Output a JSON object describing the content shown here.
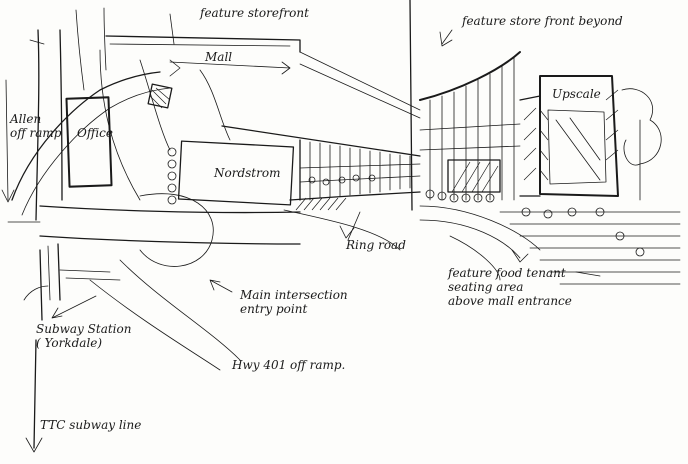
{
  "labels": {
    "feature_storefront": "feature storefront",
    "mall": "Mall",
    "feature_storefront_beyond": "feature store front beyond",
    "allen_off_ramp_1": "Allen",
    "allen_off_ramp_2": "off ramp",
    "office": "Office",
    "nordstrom": "Nordstrom",
    "upscale": "Upscale",
    "ring_road": "Ring road",
    "feature_food_1": "feature food tenant",
    "feature_food_2": "seating area",
    "feature_food_3": "above mall entrance",
    "main_intersection_1": "Main intersection",
    "main_intersection_2": "entry point",
    "subway_station_1": "Subway Station",
    "subway_station_2": "( Yorkdale)",
    "hwy_401": "Hwy 401 off ramp.",
    "ttc": "TTC subway line"
  }
}
